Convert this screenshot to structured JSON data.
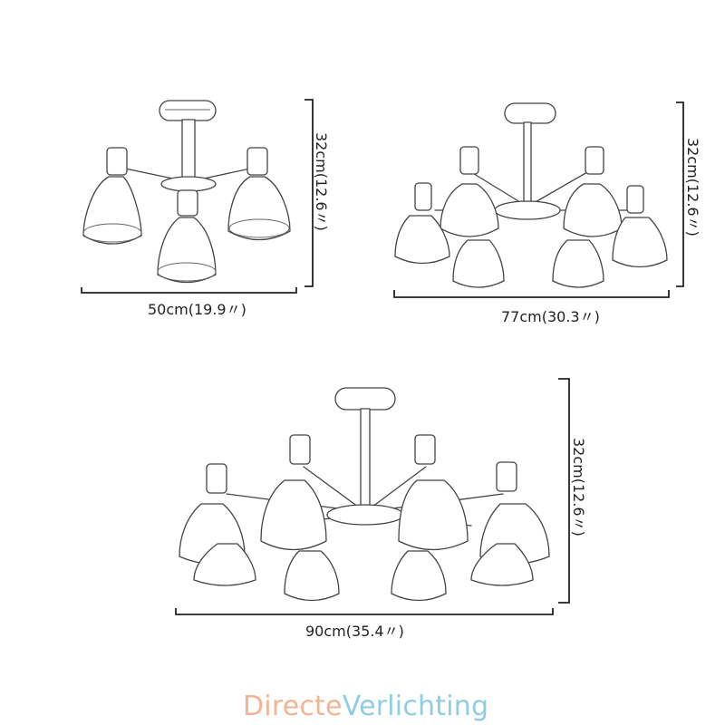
{
  "figures": [
    {
      "width_label": "50cm(19.9〃)",
      "height_label": "32cm(12.6〃)",
      "lamps": 3
    },
    {
      "width_label": "77cm(30.3〃)",
      "height_label": "32cm(12.6〃)",
      "lamps": 6
    },
    {
      "width_label": "90cm(35.4〃)",
      "height_label": "32cm(12.6〃)",
      "lamps": 8
    }
  ],
  "brand": {
    "part1": "Directe",
    "part2": "Verlichting",
    "color1": "#f2b493",
    "color2": "#8fcde0"
  }
}
